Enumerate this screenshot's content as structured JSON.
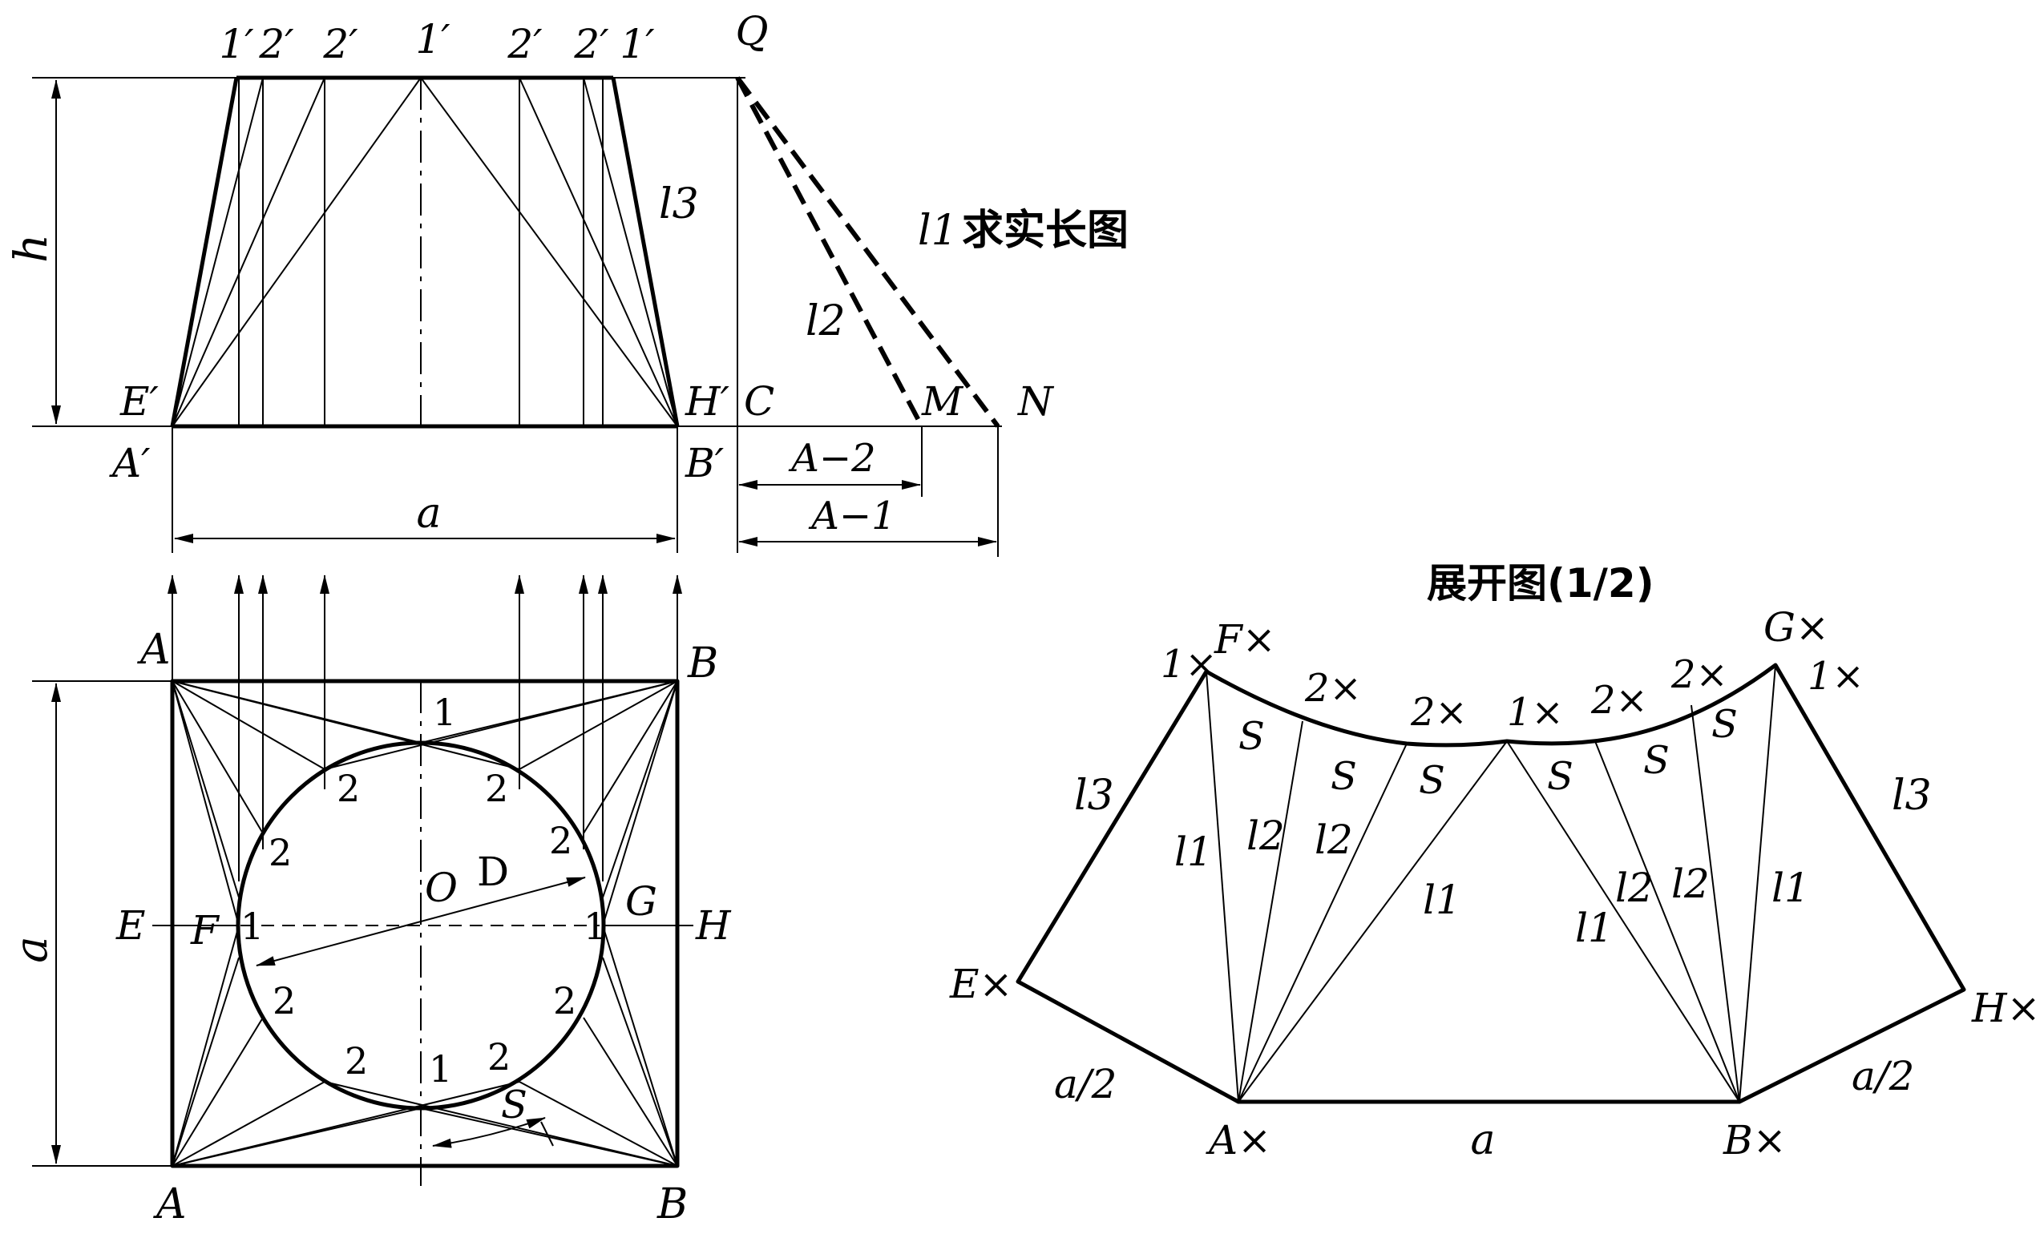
{
  "front_view": {
    "top_labels": [
      "1′",
      "2′",
      "2′",
      "1′",
      "2′",
      "2′",
      "1′"
    ],
    "q": "Q",
    "h": "h",
    "l3": "l3",
    "e_prime": "E′",
    "h_prime": "H′",
    "c": "C",
    "a_prime": "A′",
    "b_prime": "B′",
    "a_dim": "a"
  },
  "true_length": {
    "title_sym": "l1",
    "title_text": "求实长图",
    "l2": "l2",
    "m": "M",
    "n": "N",
    "dim_a2": "A−2",
    "dim_a1": "A−1"
  },
  "plan_view": {
    "a_top": "A",
    "b_top": "B",
    "a_bottom": "A",
    "b_bottom": "B",
    "a_side": "a",
    "e": "E",
    "f": "F",
    "g": "G",
    "h": "H",
    "o": "O",
    "d": "D",
    "s": "S",
    "pt1": "1",
    "pt2": "2"
  },
  "development": {
    "title": "展开图(1/2)",
    "top_left_1": "1×",
    "f": "F×",
    "g": "G×",
    "top_right_1": "1×",
    "mid_labels": [
      "2×",
      "2×",
      "1×",
      "2×",
      "2×"
    ],
    "e": "E×",
    "h": "H×",
    "a": "A×",
    "b": "B×",
    "base": "a",
    "half_a": "a/2",
    "s": "S",
    "l1": "l1",
    "l2": "l2",
    "l3": "l3"
  }
}
